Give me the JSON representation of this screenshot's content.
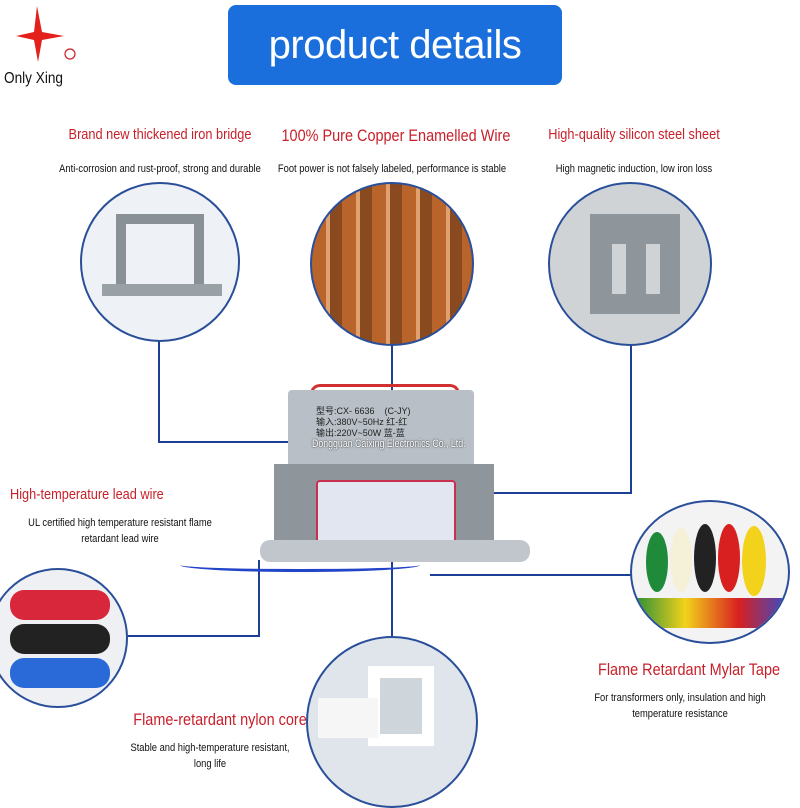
{
  "brand": {
    "name": "Only Xing",
    "registered": "®",
    "color": "#e3201b"
  },
  "header": {
    "title": "product details",
    "color": "#1a6fdc"
  },
  "features": [
    {
      "title": "Brand new thickened iron bridge",
      "desc": "Anti-corrosion and rust-proof, strong and durable"
    },
    {
      "title": "100% Pure Copper Enamelled Wire",
      "desc": "Foot power is not falsely labeled, performance is stable"
    },
    {
      "title": "High-quality silicon steel sheet",
      "desc": "High magnetic induction, low iron loss"
    },
    {
      "title": "High-temperature lead wire",
      "desc": "UL certified high temperature resistant flame retardant lead wire"
    },
    {
      "title": "Flame-retardant nylon core",
      "desc": "Stable and high-temperature resistant, long life"
    },
    {
      "title": "Flame Retardant Mylar Tape",
      "desc": "For transformers only, insulation and high temperature resistance"
    }
  ],
  "transformer_label": {
    "model": "型号:CX- 6636",
    "code": "(C-JY)",
    "input": "输入:380V~50Hz 红-红",
    "output": "输出:220V~50W 蓝-蓝",
    "maker": "Dongguan Caixing Electronics Co., Ltd."
  }
}
